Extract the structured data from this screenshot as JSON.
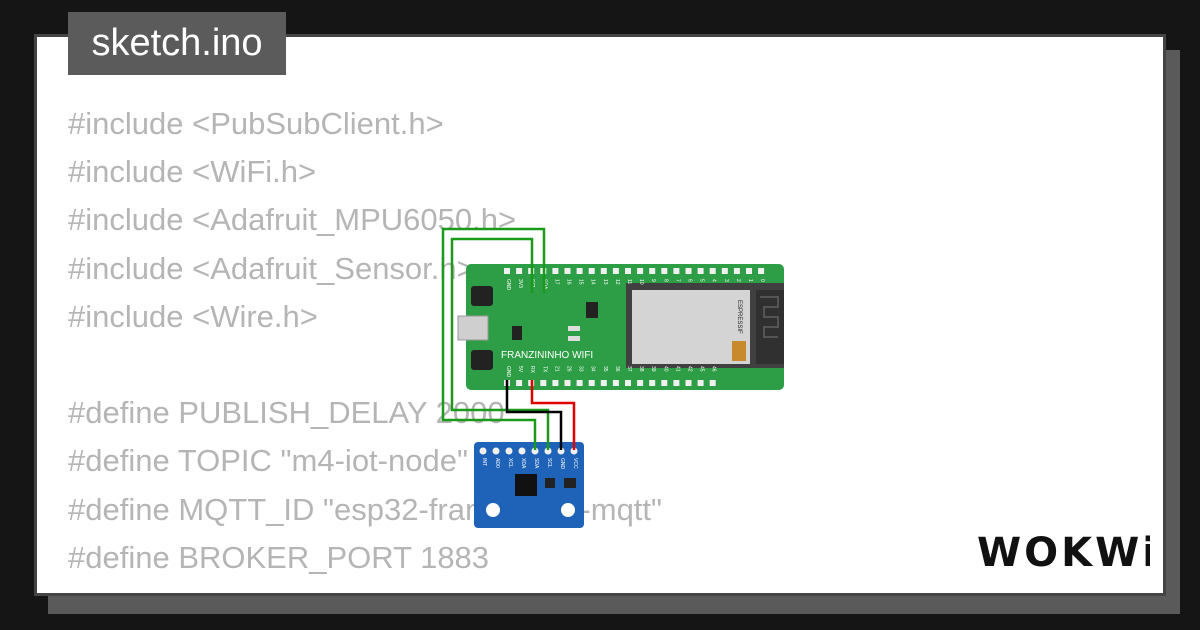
{
  "file_tab": {
    "label": "sketch.ino"
  },
  "code_lines": [
    "#include <PubSubClient.h>",
    "#include <WiFi.h>",
    "#include <Adafruit_MPU6050.h>",
    "#include <Adafruit_Sensor.h>",
    "#include <Wire.h>",
    "",
    "#define PUBLISH_DELAY 2000",
    "#define TOPIC \"m4-iot-node\"",
    "#define MQTT_ID \"esp32-franzininho-mqtt\"",
    "#define BROKER_PORT 1883"
  ],
  "board": {
    "label": "FRANZININHO WIFI",
    "chip_text": "ESPRESSIF",
    "top_pins": [
      "GND",
      "3V3",
      "SCL",
      "SDA",
      "17",
      "16",
      "15",
      "14",
      "13",
      "12",
      "11",
      "10",
      "9",
      "8",
      "7",
      "6",
      "5",
      "4",
      "3",
      "2",
      "1",
      "0"
    ],
    "bottom_pins": [
      "GND",
      "5V",
      "RX",
      "TX",
      "21",
      "26",
      "33",
      "34",
      "35",
      "36",
      "37",
      "38",
      "39",
      "40",
      "41",
      "42",
      "45",
      "46"
    ]
  },
  "sensor": {
    "pins": [
      "INT",
      "AD0",
      "XCL",
      "XDA",
      "SDA",
      "SCL",
      "GND",
      "VCC"
    ]
  },
  "wires": {
    "sda_color": "#1a9a1a",
    "scl_color": "#1a9a1a",
    "gnd_color": "#000000",
    "vcc_color": "#e00000"
  },
  "colors": {
    "board_green": "#2e9e46",
    "sensor_blue": "#1f63b8",
    "code_gray": "#b5b5b5"
  },
  "logo": {
    "text": "WOKWi"
  }
}
